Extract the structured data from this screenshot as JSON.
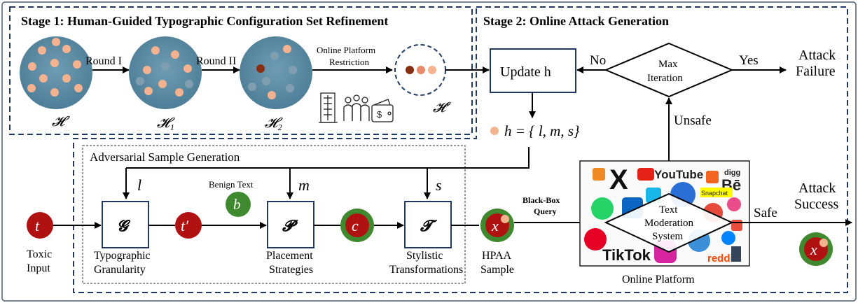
{
  "stage1": {
    "title": "Stage 1: Human-Guided Typographic Configuration Set Refinement",
    "round1": "Round I",
    "round2": "Round II",
    "restriction_line1": "Online Platform",
    "restriction_line2": "Restriction",
    "sets": [
      "𝓗",
      "𝓗₁",
      "𝓗₂",
      "𝓗′"
    ],
    "icons": [
      "building-icon",
      "people-icon",
      "wallet-icon"
    ]
  },
  "stage2": {
    "title": "Stage 2: Online Attack Generation",
    "update": "Update h",
    "decision_line1": "Max",
    "decision_line2": "Iteration",
    "no": "No",
    "yes": "Yes",
    "attack_failure_line1": "Attack",
    "attack_failure_line2": "Failure",
    "h_def": "h = { l, m, s}",
    "unsafe": "Unsafe",
    "safe": "Safe",
    "attack_success_line1": "Attack",
    "attack_success_line2": "Success"
  },
  "asg": {
    "title": "Adversarial Sample Generation",
    "l": "l",
    "m": "m",
    "s": "s",
    "benign_text": "Benign Text",
    "b": "b",
    "t": "t",
    "t_prime": "t′",
    "c": "c",
    "x": "x",
    "G": "𝓖",
    "P": "𝓟",
    "T": "𝓣",
    "toxic_input_line1": "Toxic",
    "toxic_input_line2": "Input",
    "typo_line1": "Typographic",
    "typo_line2": "Granularity",
    "placement_line1": "Placement",
    "placement_line2": "Strategies",
    "stylistic_line1": "Stylistic",
    "stylistic_line2": "Transformations",
    "hpaa_line1": "HPAA",
    "hpaa_line2": "Sample",
    "query_line1": "Black-Box",
    "query_line2": "Query"
  },
  "platform": {
    "label": "Online Platform",
    "moderation_line1": "Text",
    "moderation_line2": "Moderation",
    "moderation_line3": "System",
    "logos": [
      "YouTube",
      "digg",
      "Bē",
      "Snapchat",
      "TikTok",
      "reddit",
      "X"
    ]
  },
  "colors": {
    "red": "#b01212",
    "green": "#3f8a2e",
    "set_blue": "#5a8aa3",
    "dot_peach": "#f4b28e",
    "dot_brown": "#8a2e12",
    "box_navy": "#1f3864"
  }
}
